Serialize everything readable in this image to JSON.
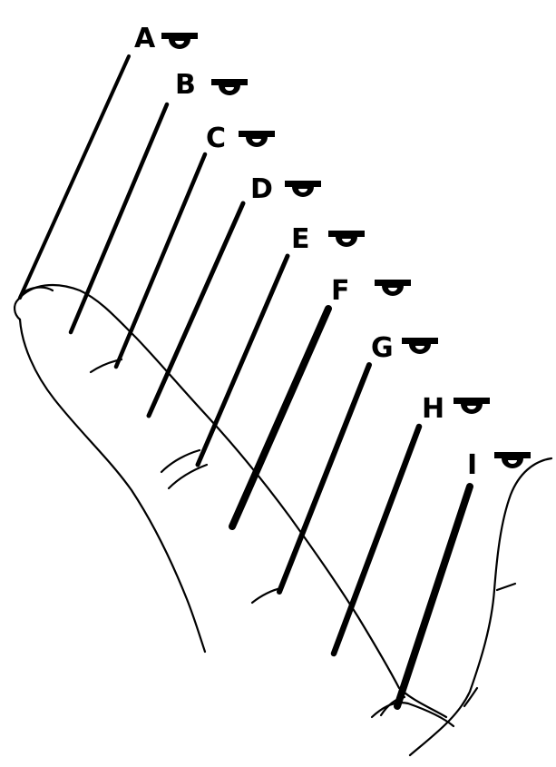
{
  "diagram": {
    "labels": [
      {
        "id": "A",
        "text": "A"
      },
      {
        "id": "B",
        "text": "B"
      },
      {
        "id": "C",
        "text": "C"
      },
      {
        "id": "D",
        "text": "D"
      },
      {
        "id": "E",
        "text": "E"
      },
      {
        "id": "F",
        "text": "F"
      },
      {
        "id": "G",
        "text": "G"
      },
      {
        "id": "H",
        "text": "H"
      },
      {
        "id": "I",
        "text": "I"
      }
    ],
    "marker_icon": "semicircle-marker-icon",
    "ink_color": "#000000",
    "background_color": "#ffffff"
  }
}
